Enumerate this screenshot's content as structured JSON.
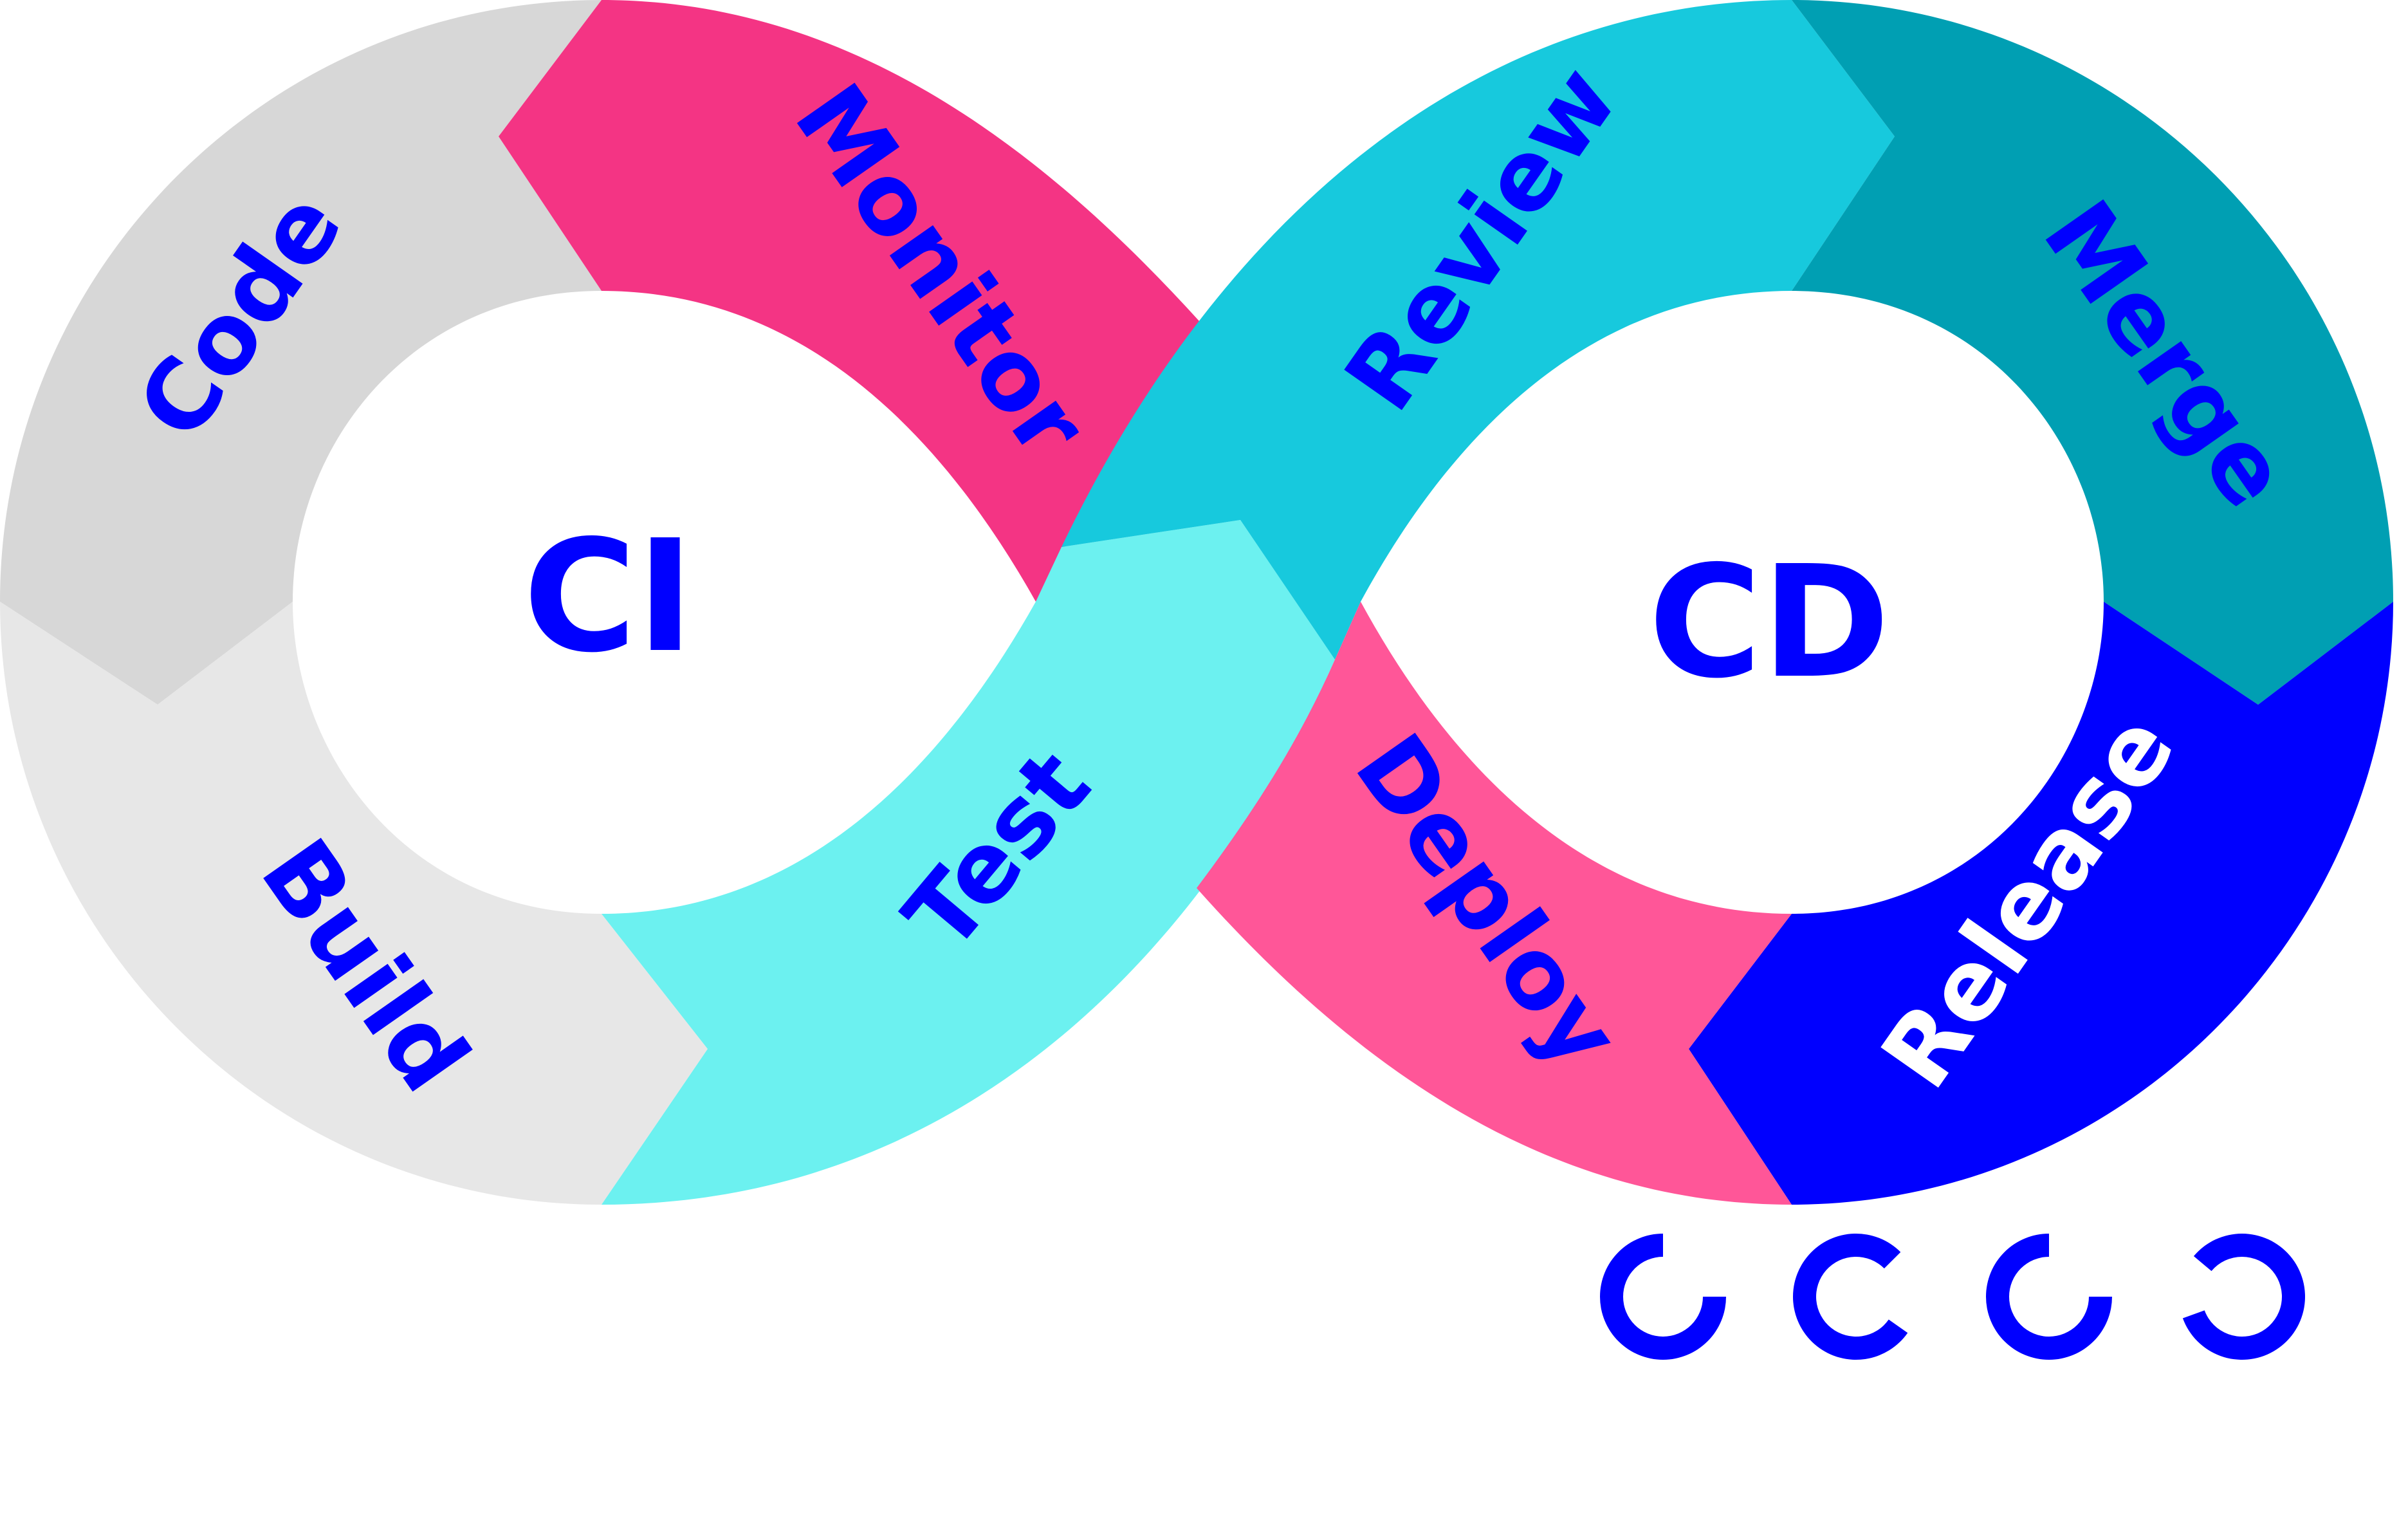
{
  "diagram": {
    "title": "CI/CD infinity loop",
    "loops": [
      {
        "id": "ci",
        "label": "CI"
      },
      {
        "id": "cd",
        "label": "CD"
      }
    ],
    "stages": [
      {
        "id": "code",
        "label": "Code",
        "loop": "ci",
        "fill": "#d7d7d7",
        "text_color": "#0000ff"
      },
      {
        "id": "build",
        "label": "Build",
        "loop": "ci",
        "fill": "#e7e7e7",
        "text_color": "#0000ff"
      },
      {
        "id": "test",
        "label": "Test",
        "loop": "ci",
        "fill": "#6cf1f0",
        "text_color": "#0000ff"
      },
      {
        "id": "monitor",
        "label": "Monitor",
        "loop": "ci",
        "fill": "#f43484",
        "text_color": "#0000ff"
      },
      {
        "id": "review",
        "label": "Review",
        "loop": "cd",
        "fill": "#17c9dd",
        "text_color": "#0000ff"
      },
      {
        "id": "merge",
        "label": "Merge",
        "loop": "cd",
        "fill": "#009fb3",
        "text_color": "#0000ff"
      },
      {
        "id": "release",
        "label": "Release",
        "loop": "cd",
        "fill": "#0000ff",
        "text_color": "#ffffff"
      },
      {
        "id": "deploy",
        "label": "Deploy",
        "loop": "cd",
        "fill": "#ff5698",
        "text_color": "#0000ff"
      }
    ],
    "center_text_color": "#0000ff",
    "logo_marks": [
      "logo-glyph-1",
      "logo-glyph-2",
      "logo-glyph-3",
      "logo-glyph-4"
    ],
    "logo_color": "#0000ff"
  }
}
